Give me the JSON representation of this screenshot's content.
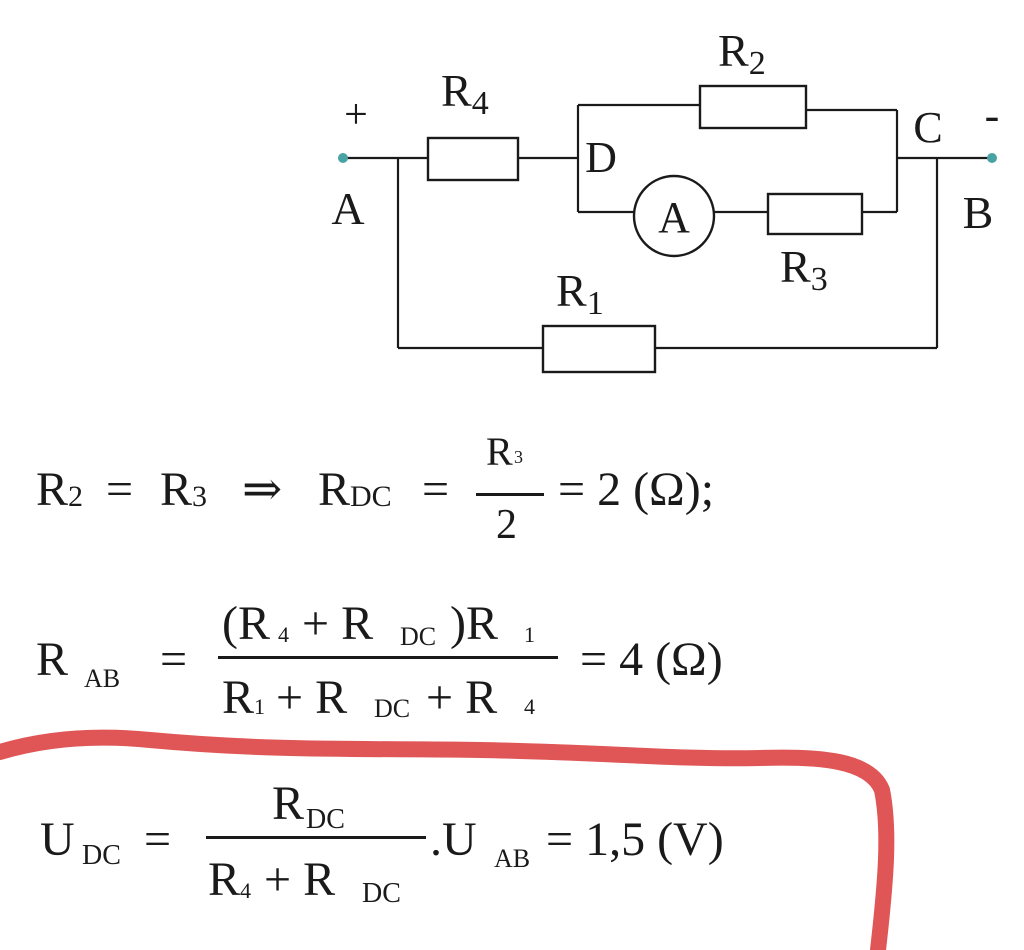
{
  "circuit": {
    "terminal_plus": "+",
    "terminal_minus": "-",
    "node_a": "A",
    "node_b": "B",
    "node_c": "C",
    "node_d": "D",
    "ammeter": "A",
    "r1": "R",
    "r1_sub": "1",
    "r2": "R",
    "r2_sub": "2",
    "r3": "R",
    "r3_sub": "3",
    "r4": "R",
    "r4_sub": "4"
  },
  "equations": {
    "eq1": {
      "lhs": "R",
      "lhs_sub": "2",
      "eq_sign": "=",
      "r3": "R",
      "r3_sub": "3",
      "implies": "⇒",
      "rdc": "R",
      "rdc_sub": "DC",
      "eq_sign2": "=",
      "num": "R",
      "num_sub": "3",
      "den": "2",
      "result": "= 2 (Ω);"
    },
    "eq2": {
      "lhs": "R",
      "lhs_sub": "AB",
      "eq_sign": "=",
      "num_open": "(R",
      "num_r4_sub": "4",
      "num_plus": "+ R",
      "num_dc_sub": "DC",
      "num_close": ")R",
      "num_r1_sub": "1",
      "den_r": "R",
      "den_r1_sub": "1",
      "den_plus1": "+ R",
      "den_dc_sub": "DC",
      "den_plus2": "+ R",
      "den_r4_sub": "4",
      "result": "= 4 (Ω)"
    },
    "eq3": {
      "lhs": "U",
      "lhs_sub": "DC",
      "eq_sign": "=",
      "num": "R",
      "num_sub": "DC",
      "den_r": "R",
      "den_r4_sub": "4",
      "den_plus": "+ R",
      "den_dc_sub": "DC",
      "dot_u": ".U",
      "u_sub": "AB",
      "result": "= 1,5 (V)"
    }
  },
  "colors": {
    "ink": "#1a1a1a",
    "highlight": "#e05656",
    "background": "#ffffff",
    "terminal": "#4aa3a3"
  }
}
